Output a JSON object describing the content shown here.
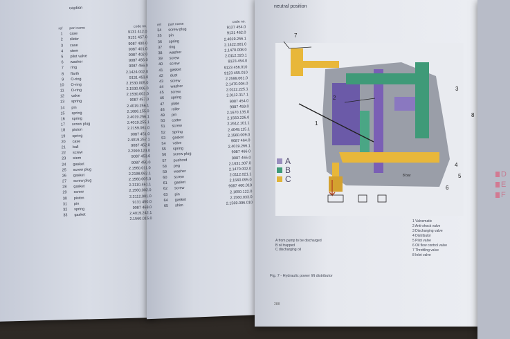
{
  "left_page": {
    "caption": "caption",
    "headers": {
      "ref": "ref",
      "part_name": "part name",
      "code_no": "code no."
    },
    "rows": [
      {
        "ref": "1",
        "name": "case",
        "code": "9131 412.0"
      },
      {
        "ref": "2",
        "name": "slider",
        "code": "9131 457.0"
      },
      {
        "ref": "3",
        "name": "case",
        "code": "9087 400.0"
      },
      {
        "ref": "4",
        "name": "stem",
        "code": "9087 401.0"
      },
      {
        "ref": "5",
        "name": "pilot valve",
        "code": "9087 402.0"
      },
      {
        "ref": "6",
        "name": "washer",
        "code": "9087 456.0"
      },
      {
        "ref": "7",
        "name": "ring",
        "code": "9087 456.0"
      },
      {
        "ref": "8",
        "name": "flarth",
        "code": "2.1424.002.0"
      },
      {
        "ref": "9",
        "name": "O-ring",
        "code": "9131 453.0"
      },
      {
        "ref": "10",
        "name": "O-ring",
        "code": "2.1530.005.0"
      },
      {
        "ref": "11",
        "name": "O-ring",
        "code": "2.1530.006.0"
      },
      {
        "ref": "12",
        "name": "valve",
        "code": "2.1530.002.0"
      },
      {
        "ref": "13",
        "name": "spring",
        "code": "9087 457.0"
      },
      {
        "ref": "14",
        "name": "pin",
        "code": "2.4019.256.1"
      },
      {
        "ref": "15",
        "name": "spring",
        "code": "2.1686.155.0"
      },
      {
        "ref": "16",
        "name": "spring",
        "code": "2.4019.256.1"
      },
      {
        "ref": "17",
        "name": "screw plug",
        "code": "2.4019.255.1"
      },
      {
        "ref": "18",
        "name": "piston",
        "code": "2.2159.061.0"
      },
      {
        "ref": "19",
        "name": "spring",
        "code": "9087 451.0"
      },
      {
        "ref": "20",
        "name": "case",
        "code": "2.4019.257.1"
      },
      {
        "ref": "21",
        "name": "ball",
        "code": "9087 452.0"
      },
      {
        "ref": "22",
        "name": "screw",
        "code": "2.2999.123.0"
      },
      {
        "ref": "23",
        "name": "stem",
        "code": "9087 453.0"
      },
      {
        "ref": "24",
        "name": "gasket",
        "code": "9087 450.0"
      },
      {
        "ref": "25",
        "name": "screw plug",
        "code": "2.1560.011.0"
      },
      {
        "ref": "26",
        "name": "gasket",
        "code": "2.2198.062.1"
      },
      {
        "ref": "27",
        "name": "screw plug",
        "code": "2.1560.005.0"
      },
      {
        "ref": "28",
        "name": "gasket",
        "code": "2.3110.461.1"
      },
      {
        "ref": "29",
        "name": "screw",
        "code": "2.1560.002.0"
      },
      {
        "ref": "30",
        "name": "piston",
        "code": "2.2112.001.0"
      },
      {
        "ref": "31",
        "name": "pin",
        "code": "9131 450.0"
      },
      {
        "ref": "32",
        "name": "spring",
        "code": "9087 468.0"
      },
      {
        "ref": "33",
        "name": "gasket",
        "code": "2.4019.242.1"
      },
      {
        "ref": "",
        "name": "",
        "code": "2.1560.015.0"
      }
    ]
  },
  "middle_page": {
    "headers": {
      "ref": "ref",
      "part_name": "part name",
      "code_no": "code no."
    },
    "rows": [
      {
        "ref": "34",
        "name": "screw plug",
        "code": "9127 454.0"
      },
      {
        "ref": "35",
        "name": "pin",
        "code": "9131 462.0"
      },
      {
        "ref": "36",
        "name": "spring",
        "code": "2.4019.256.1"
      },
      {
        "ref": "37",
        "name": "ring",
        "code": "2.1422.001.0"
      },
      {
        "ref": "38",
        "name": "washer",
        "code": "2.1470.008.0"
      },
      {
        "ref": "39",
        "name": "screw",
        "code": "2.0112.323.1"
      },
      {
        "ref": "40",
        "name": "screw",
        "code": "9123 454.0"
      },
      {
        "ref": "41",
        "name": "gasket",
        "code": "9123 456.010"
      },
      {
        "ref": "42",
        "name": "dust",
        "code": "9123 455.010"
      },
      {
        "ref": "43",
        "name": "screw",
        "code": "2.2599.061.0"
      },
      {
        "ref": "44",
        "name": "washer",
        "code": "2.1470.004.0"
      },
      {
        "ref": "45",
        "name": "screw",
        "code": "2.0112.225.1"
      },
      {
        "ref": "46",
        "name": "spring",
        "code": "2.0112.317.1"
      },
      {
        "ref": "47",
        "name": "plate",
        "code": "9087 454.0"
      },
      {
        "ref": "48",
        "name": "roller",
        "code": "9087 459.0"
      },
      {
        "ref": "49",
        "name": "pin",
        "code": "2.1670.135.0"
      },
      {
        "ref": "50",
        "name": "cotter",
        "code": "2.1560.226.0"
      },
      {
        "ref": "51",
        "name": "screw",
        "code": "2.2612.101.1"
      },
      {
        "ref": "52",
        "name": "spring",
        "code": "2.4049.115.1"
      },
      {
        "ref": "53",
        "name": "gasket",
        "code": "2.1560.009.0"
      },
      {
        "ref": "54",
        "name": "valve",
        "code": "9087 464.0"
      },
      {
        "ref": "55",
        "name": "spring",
        "code": "2.4019.266.1"
      },
      {
        "ref": "56",
        "name": "screw plug",
        "code": "9087 466.0"
      },
      {
        "ref": "57",
        "name": "pushrod",
        "code": "9087 465.0"
      },
      {
        "ref": "58",
        "name": "peg",
        "code": "2.1631.307.0"
      },
      {
        "ref": "59",
        "name": "washer",
        "code": "2.1470.002.0"
      },
      {
        "ref": "60",
        "name": "screw",
        "code": "2.0112.021.1"
      },
      {
        "ref": "61",
        "name": "gasket",
        "code": "2.1560.095.0"
      },
      {
        "ref": "62",
        "name": "screw",
        "code": "9087 460.010"
      },
      {
        "ref": "63",
        "name": "pin",
        "code": "2.1650.122.0"
      },
      {
        "ref": "64",
        "name": "gasket",
        "code": "2.1560.033.0"
      },
      {
        "ref": "65",
        "name": "shim",
        "code": "2.1569.096.010"
      }
    ]
  },
  "right_page": {
    "title": "neutral position",
    "abc_legend": [
      {
        "label": "A",
        "color": "#9a8fbf"
      },
      {
        "label": "B",
        "color": "#3f9a78"
      },
      {
        "label": "C",
        "color": "#e0b43a"
      }
    ],
    "flow_legend": [
      "A  from pump to be discharged",
      "B  oil trapped",
      "C  discharging oil"
    ],
    "parts_legend": [
      "1  Valvematic",
      "2  Anti-shock valve",
      "3  Discharging valve",
      "4  Distributor",
      "5  Pilot valve",
      "6  Oil flow control valve",
      "7  Throttling valve",
      "8  Inlet valve"
    ],
    "callouts": [
      "7",
      "2",
      "3",
      "8",
      "1",
      "4",
      "5",
      "6"
    ],
    "pressure_label": "8 bar",
    "figure_caption": "Fig. 7 - Hydraulic power lift distributor",
    "page_number": "288"
  },
  "edge_page": {
    "letters": [
      "D",
      "E",
      "F"
    ]
  },
  "colors": {
    "purple": "#7a5fb5",
    "green": "#3f9a78",
    "yellow": "#e8b73a",
    "body_gray": "#9a9ea8",
    "pink": "#d27a92"
  }
}
